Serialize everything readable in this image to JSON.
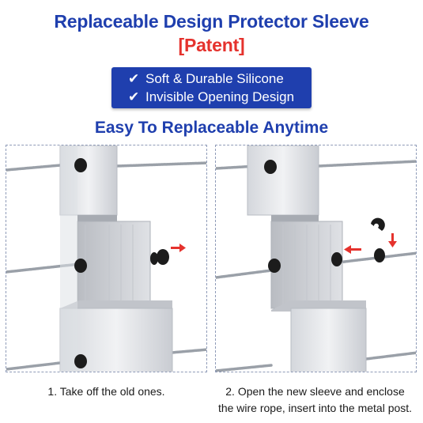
{
  "title": {
    "line1": "Replaceable Design Protector Sleeve",
    "line2": "[Patent]"
  },
  "features": [
    {
      "icon": "check-icon",
      "text": "Soft & Durable Silicone"
    },
    {
      "icon": "check-icon",
      "text": "Invisible Opening Design"
    }
  ],
  "subtitle": "Easy To Replaceable Anytime",
  "captions": {
    "step1": "1. Take off the old ones.",
    "step2_line1": "2. Open the new sleeve and enclose",
    "step2_line2": "the wire rope, insert into the metal post."
  },
  "colors": {
    "brand_blue": "#1f3fae",
    "accent_red": "#e5322d"
  }
}
